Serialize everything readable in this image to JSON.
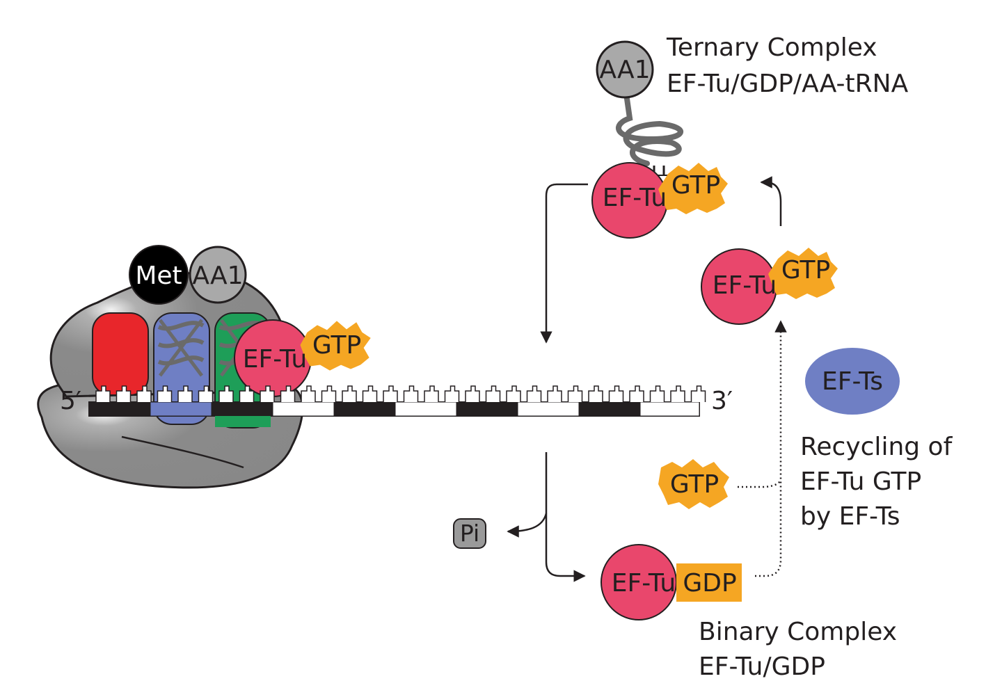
{
  "ribbosome": {
    "five_prime": "5′",
    "three_prime": "3′",
    "met": "Met",
    "aa1_site": "AA1",
    "eftu": "EF-Tu",
    "gtp": "GTP"
  },
  "ternary": {
    "title": "Ternary Complex",
    "subtitle": "EF-Tu/GDP/AA-tRNA",
    "aa1": "AA1",
    "eftu": "EF-Tu",
    "gtp": "GTP"
  },
  "free_eftu": {
    "eftu": "EF-Tu",
    "gtp": "GTP"
  },
  "eft_s": "EF-Ts",
  "gtp_free": "GTP",
  "recycling": {
    "line1": "Recycling of",
    "line2": "EF-Tu GTP",
    "line3": "by EF-Ts"
  },
  "pi": "Pi",
  "binary": {
    "eftu": "EF-Tu",
    "gdp": "GDP",
    "title": "Binary Complex",
    "subtitle": "EF-Tu/GDP"
  },
  "colors": {
    "eftu": "#e9476c",
    "gtp": "#f5a623",
    "ribosome": "#8c8c8c",
    "eft_s": "#6f7fc4",
    "red_trna": "#e8262b",
    "blue_trna": "#6f7fc4",
    "green_trna": "#1e9e58"
  }
}
